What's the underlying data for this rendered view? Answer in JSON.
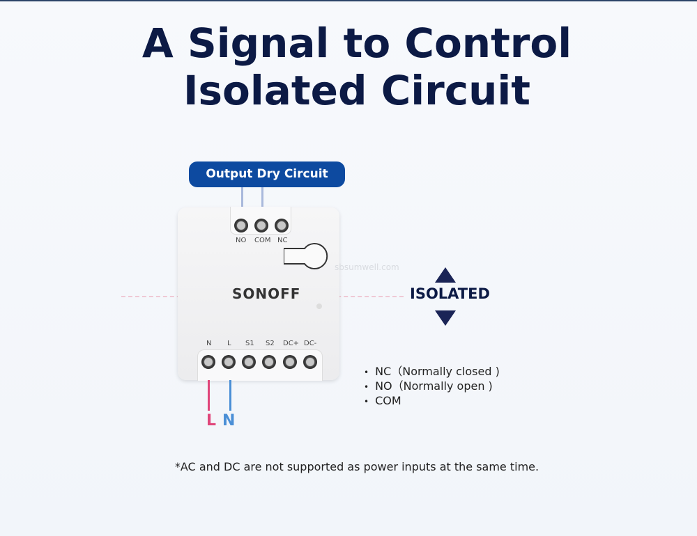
{
  "title": {
    "line1": "A Signal to Control",
    "line2": "Isolated Circuit"
  },
  "badge": "Output Dry Circuit",
  "device": {
    "brand": "SONOFF",
    "top_terminals": [
      "NO",
      "COM",
      "NC"
    ],
    "bottom_terminals": [
      "N",
      "L",
      "S1",
      "S2",
      "DC+",
      "DC-"
    ]
  },
  "isolated_label": "ISOLATED",
  "wires": {
    "live": "L",
    "neutral": "N",
    "live_color": "#e0457a",
    "neutral_color": "#4a8fd6"
  },
  "terminal_list": [
    "NC（Normally closed )",
    "NO（Normally open )",
    "COM"
  ],
  "footnote": "*AC and DC are not supported as power inputs at the same time.",
  "watermark": "sbsumwell.com"
}
